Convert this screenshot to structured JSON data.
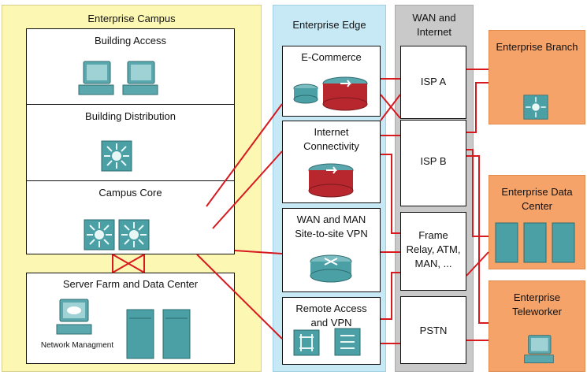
{
  "campus": {
    "title": "Enterprise Campus",
    "building_access": "Building Access",
    "building_distribution": "Building Distribution",
    "campus_core": "Campus Core",
    "server_farm": "Server Farm and Data Center",
    "network_mgmt": "Network Managment"
  },
  "edge": {
    "title": "Enterprise Edge",
    "ecommerce": "E-Commerce",
    "internet_conn_1": "Internet",
    "internet_conn_2": "Connectivity",
    "wan_man_1": "WAN and MAN",
    "wan_man_2": "Site-to-site VPN",
    "remote_1": "Remote Access",
    "remote_2": "and VPN"
  },
  "wan": {
    "title_1": "WAN and",
    "title_2": "Internet",
    "isp_a": "ISP A",
    "isp_b": "ISP B",
    "frame_1": "Frame",
    "frame_2": "Relay, ATM,",
    "frame_3": "MAN, ...",
    "pstn": "PSTN"
  },
  "remote": {
    "branch": "Enterprise Branch",
    "dc_1": "Enterprise Data",
    "dc_2": "Center",
    "tw_1": "Enterprise",
    "tw_2": "Teleworker"
  },
  "colors": {
    "campus_bg": "#fdf7b4",
    "edge_bg": "#c7e9f5",
    "wan_bg": "#c9c9c9",
    "remote_bg": "#f6a36a",
    "link": "#d71920",
    "device_teal": "#4aa0a5"
  }
}
